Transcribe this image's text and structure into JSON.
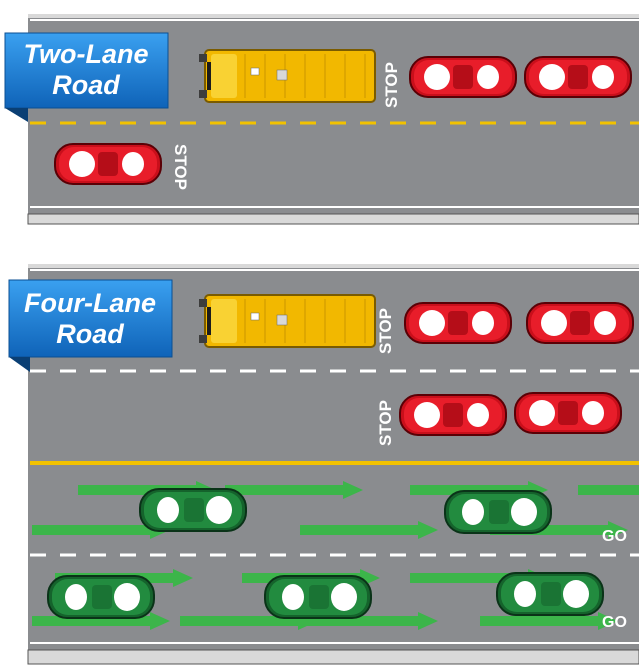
{
  "panels": {
    "two_lane": {
      "label_line1": "Two-Lane",
      "label_line2": "Road",
      "stop_top": "STOP",
      "stop_bottom": "STOP"
    },
    "four_lane": {
      "label_line1": "Four-Lane",
      "label_line2": "Road",
      "stop_lane1": "STOP",
      "stop_lane2": "STOP",
      "go_lane3": "GO",
      "go_lane4": "GO"
    }
  },
  "colors": {
    "road": "#8a8c8f",
    "label_blue": "#1a7fd0",
    "bus_yellow": "#f5c200",
    "stopped_car_red": "#d8121f",
    "moving_car_green": "#1e7a3a",
    "flow_arrow_green": "#3cb54a",
    "center_line_yellow": "#f2c200"
  },
  "icons": [
    "school-bus-icon",
    "red-car-icon",
    "green-car-icon",
    "green-arrow-icon"
  ]
}
